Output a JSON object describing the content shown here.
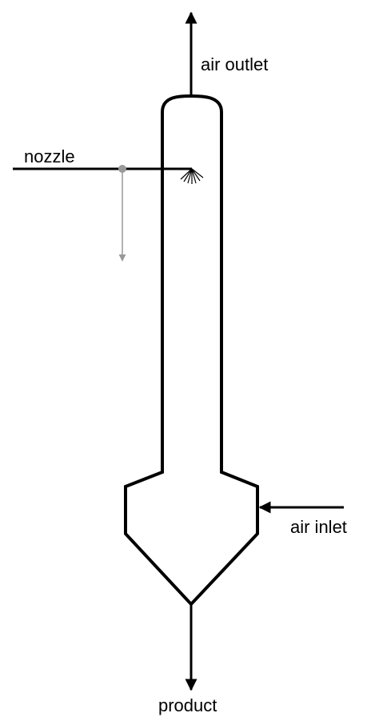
{
  "labels": {
    "air_outlet": "air outlet",
    "nozzle": "nozzle",
    "air_inlet": "air inlet",
    "product": "product"
  },
  "colors": {
    "line": "#000000",
    "droplet": "#999999",
    "background": "#ffffff"
  }
}
